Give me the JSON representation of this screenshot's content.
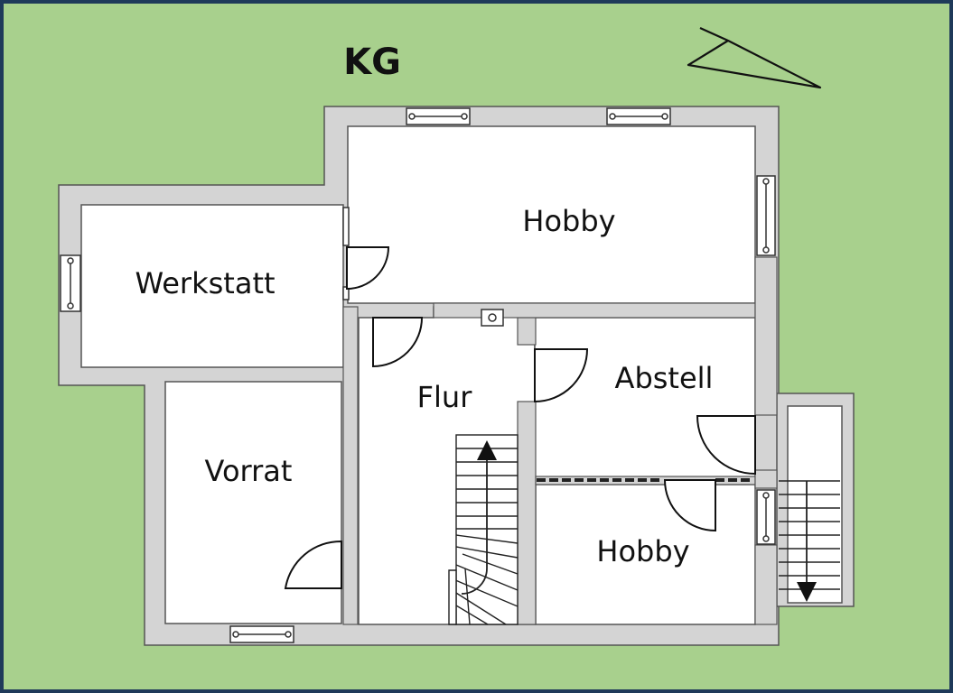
{
  "plan": {
    "title": "KG",
    "rooms": {
      "hobby_top": "Hobby",
      "werkstatt": "Werkstatt",
      "flur": "Flur",
      "abstell": "Abstell",
      "vorrat": "Vorrat",
      "hobby_bottom": "Hobby"
    }
  },
  "colors": {
    "lawn": "#a8d08d",
    "frame": "#1f3a5a",
    "wall": "#d4d4d4",
    "outline": "#555555",
    "floor": "#ffffff"
  },
  "icons": {
    "north": "north-arrow-icon",
    "stair_up": "arrow-up-icon",
    "stair_down": "arrow-down-icon"
  }
}
